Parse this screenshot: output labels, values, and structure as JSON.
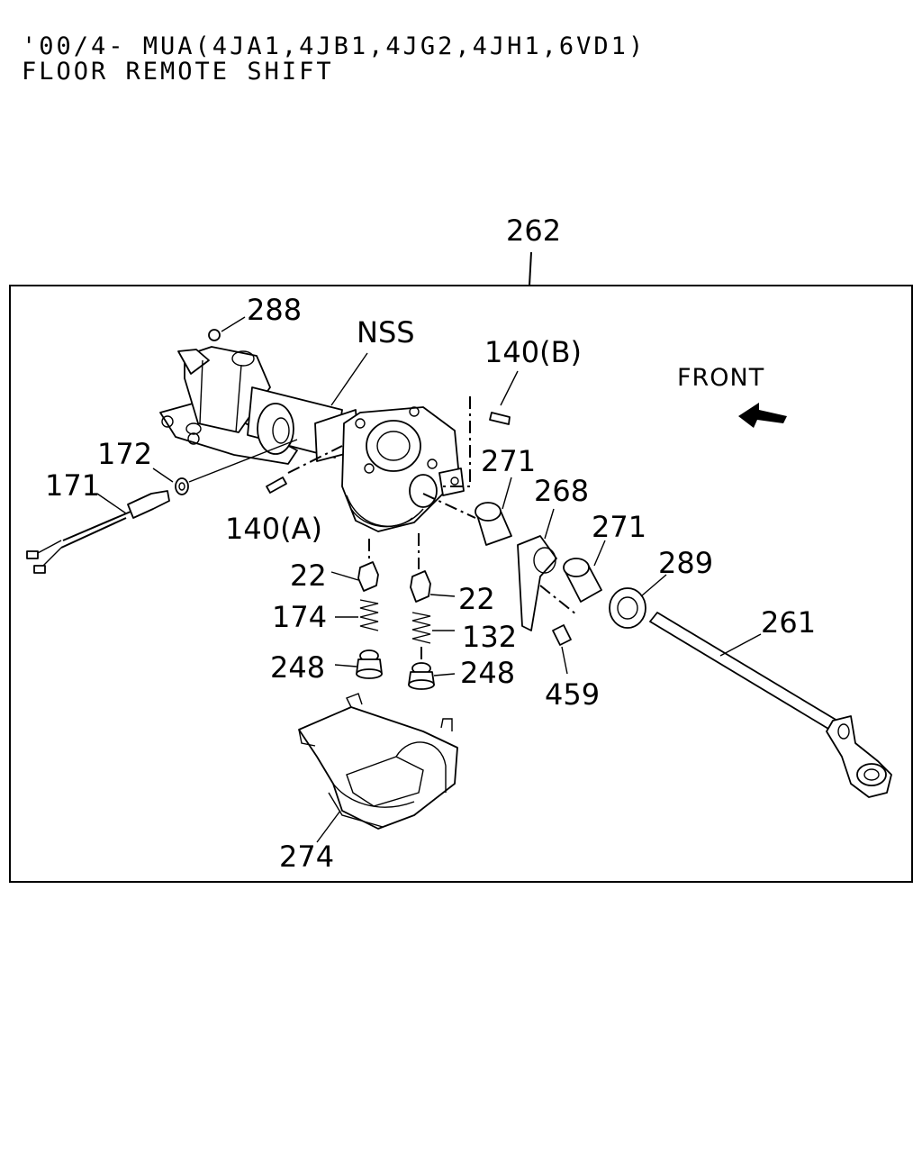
{
  "header": {
    "line1": "'00/4- MUA(4JA1,4JB1,4JG2,4JH1,6VD1)",
    "line2": "FLOOR REMOTE SHIFT"
  },
  "diagram": {
    "assembly_label": "262",
    "direction_label": "FRONT",
    "callouts": {
      "p288": "288",
      "nss": "NSS",
      "p140b": "140(B)",
      "p172": "172",
      "p171": "171",
      "p140a": "140(A)",
      "p271_upper": "271",
      "p268": "268",
      "p271_lower": "271",
      "p289": "289",
      "p261": "261",
      "p22_left": "22",
      "p22_right": "22",
      "p174": "174",
      "p132": "132",
      "p248_left": "248",
      "p248_right": "248",
      "p459": "459",
      "p274": "274"
    }
  }
}
